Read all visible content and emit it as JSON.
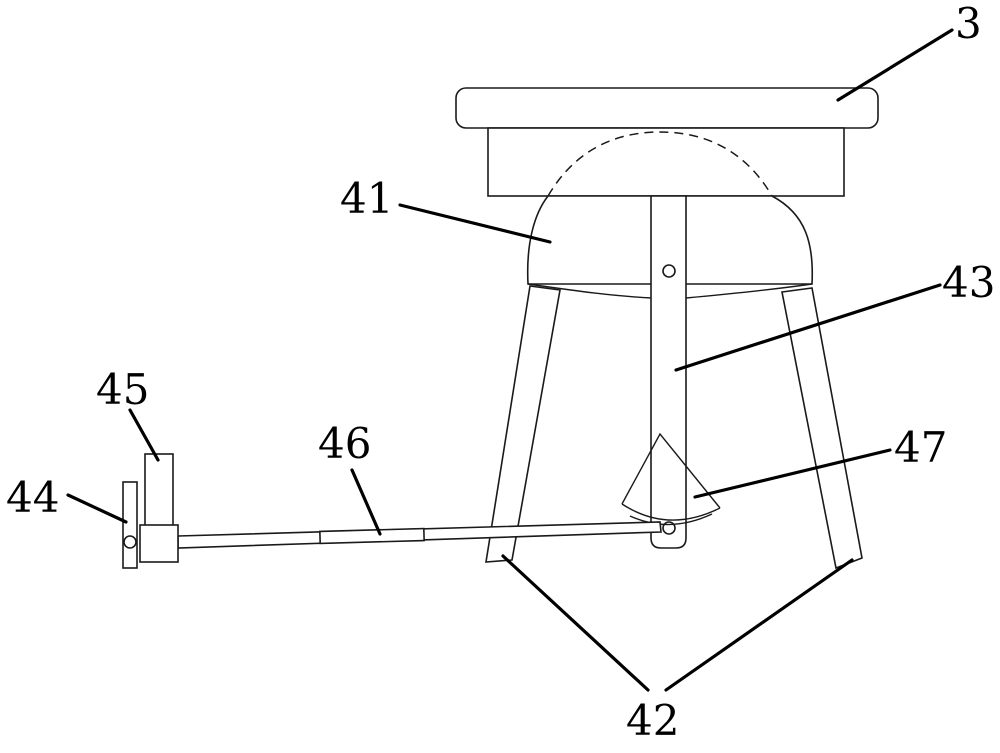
{
  "diagram": {
    "labels": {
      "top_plate": "3",
      "dome": "41",
      "legs": "42",
      "center_bar": "43",
      "left_block": "44",
      "handle_block": "45",
      "rod_sleeve": "46",
      "sector": "47"
    }
  }
}
